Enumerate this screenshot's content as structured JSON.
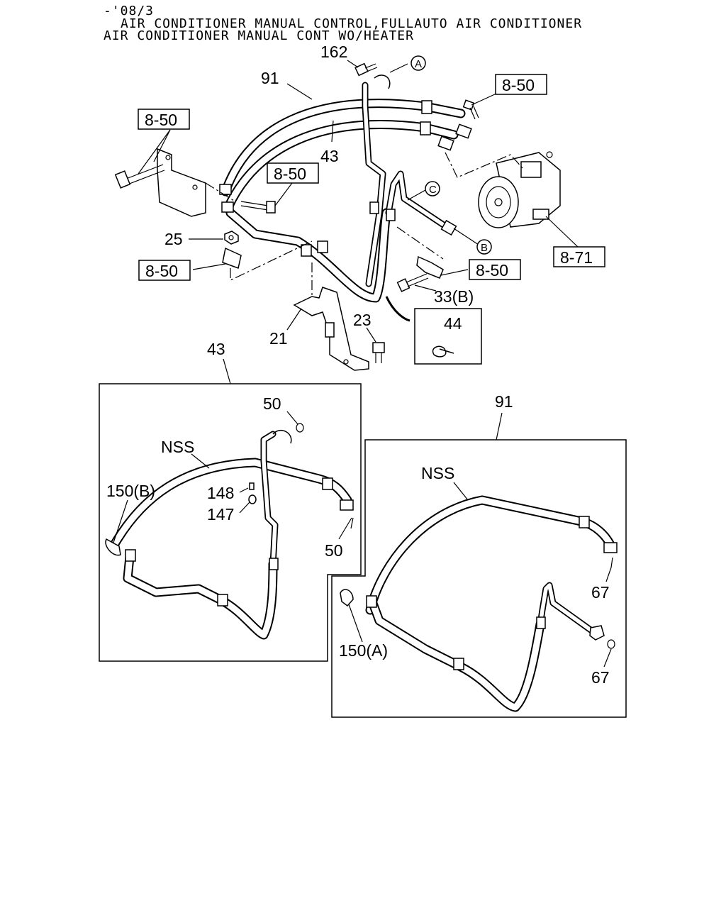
{
  "header": {
    "line1": "-'08/3",
    "line2": "AIR CONDITIONER MANUAL CONTROL,FULLAUTO AIR CONDITIONER",
    "line3": "AIR CONDITIONER MANUAL CONT WO/HEATER"
  },
  "refs": {
    "r1": "8-50",
    "r2": "8-50",
    "r3": "8-50",
    "r4": "8-50",
    "r5": "8-50",
    "r6": "8-71"
  },
  "circles": {
    "a": "A",
    "b": "B",
    "c": "C"
  },
  "labels": {
    "p162": "162",
    "p91": "91",
    "p43": "43",
    "p25": "25",
    "p33b": "33(B)",
    "p44": "44",
    "p23": "23",
    "p21": "21",
    "d43": "43",
    "d91": "91",
    "d50a": "50",
    "d50b": "50",
    "nss1": "NSS",
    "nss2": "NSS",
    "p150b": "150(B)",
    "p148": "148",
    "p147": "147",
    "p150a": "150(A)",
    "p67a": "67",
    "p67b": "67"
  }
}
